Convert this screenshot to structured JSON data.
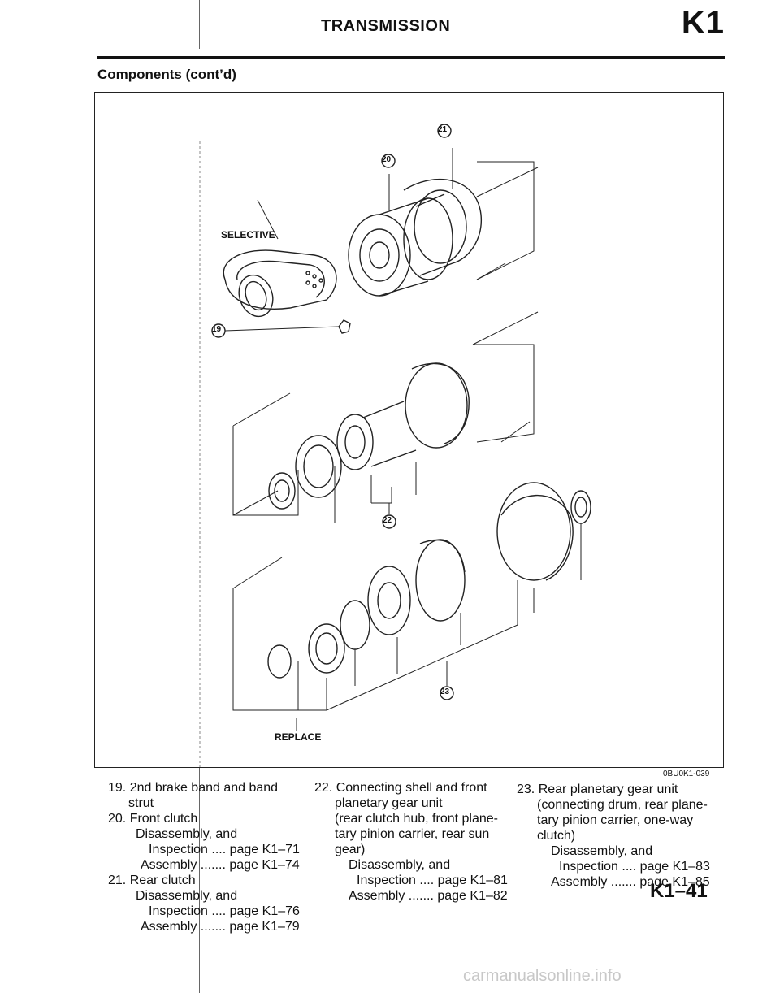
{
  "header": {
    "title": "TRANSMISSION",
    "section_code": "K1"
  },
  "section_heading": "Components (cont’d)",
  "figure": {
    "callouts": {
      "selective": "SELECTIVE",
      "replace": "REPLACE",
      "n19": "19",
      "n20": "20",
      "n21": "21",
      "n22": "22",
      "n23": "23"
    },
    "code": "0BU0K1-039"
  },
  "legend": {
    "col1": [
      "19. 2nd brake band and band",
      "strut",
      "20. Front clutch",
      "Disassembly, and",
      "Inspection .... page K1–71",
      "Assembly ....... page K1–74",
      "21. Rear clutch",
      "Disassembly, and",
      "Inspection .... page K1–76",
      "Assembly ....... page K1–79"
    ],
    "col2": [
      "22. Connecting shell and front",
      "planetary gear unit",
      "(rear clutch hub, front plane-",
      "tary pinion carrier, rear sun",
      "gear)",
      "Disassembly, and",
      "Inspection .... page K1–81",
      "Assembly ....... page K1–82"
    ],
    "col3": [
      "23. Rear planetary gear unit",
      "(connecting drum, rear plane-",
      "tary pinion carrier, one-way",
      "clutch)",
      "Disassembly, and",
      "Inspection .... page K1–83",
      "Assembly ....... page K1–85"
    ]
  },
  "page_number": "K1–41",
  "watermark": "carmanualsonline.info"
}
